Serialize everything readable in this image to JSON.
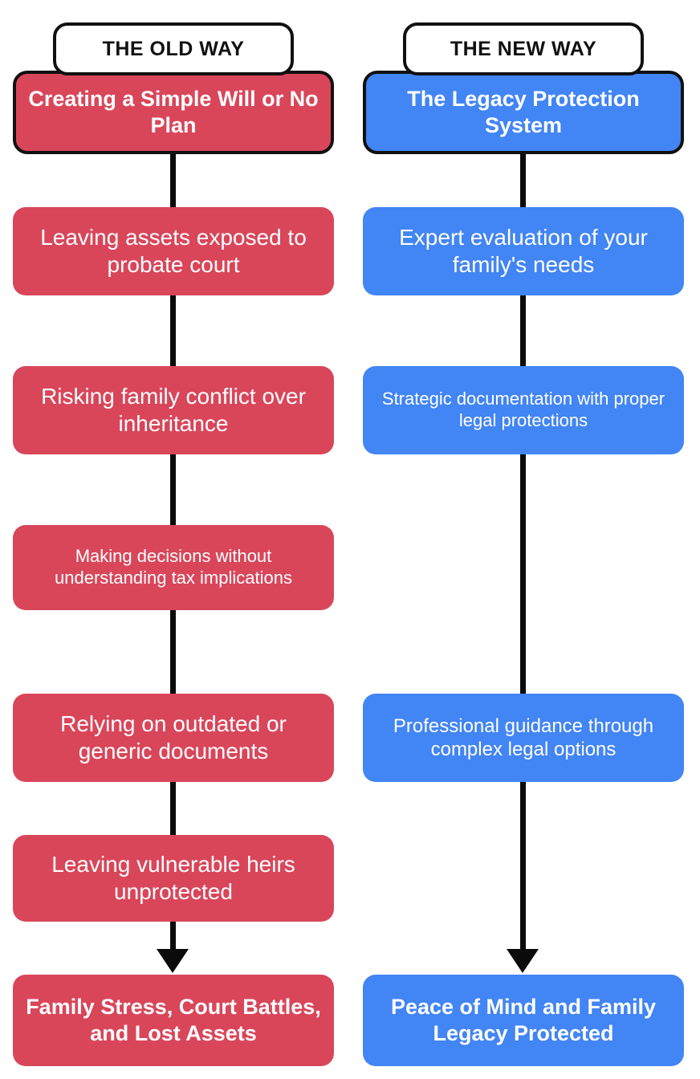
{
  "colors": {
    "old_way": "#d9465a",
    "new_way": "#4285f4",
    "line": "#0b0b0b",
    "tab_border": "#111111",
    "text_on_box": "#ffffff",
    "background": "#ffffff"
  },
  "columns": [
    {
      "id": "old-way",
      "header": "THE OLD WAY",
      "accent": "#d9465a",
      "nodes": [
        {
          "id": "old-1",
          "text": "Creating a Simple Will or No Plan"
        },
        {
          "id": "old-2",
          "text": "Leaving assets exposed to probate court"
        },
        {
          "id": "old-3",
          "text": "Risking family conflict over inheritance"
        },
        {
          "id": "old-4",
          "text": "Making decisions without understanding tax implications"
        },
        {
          "id": "old-5",
          "text": "Relying on outdated or generic documents"
        },
        {
          "id": "old-6",
          "text": "Leaving vulnerable heirs unprotected"
        },
        {
          "id": "old-7",
          "text": "Family Stress, Court Battles, and Lost Assets"
        }
      ]
    },
    {
      "id": "new-way",
      "header": "THE NEW WAY",
      "accent": "#4285f4",
      "nodes": [
        {
          "id": "new-1",
          "text": "The Legacy Protection System"
        },
        {
          "id": "new-2",
          "text": "Expert evaluation of your family's needs"
        },
        {
          "id": "new-3",
          "text": "Strategic documentation with proper legal protections"
        },
        {
          "id": "new-4",
          "text": "Professional guidance through complex legal options"
        },
        {
          "id": "new-5",
          "text": "Peace of Mind and Family Legacy Protected"
        }
      ]
    }
  ]
}
